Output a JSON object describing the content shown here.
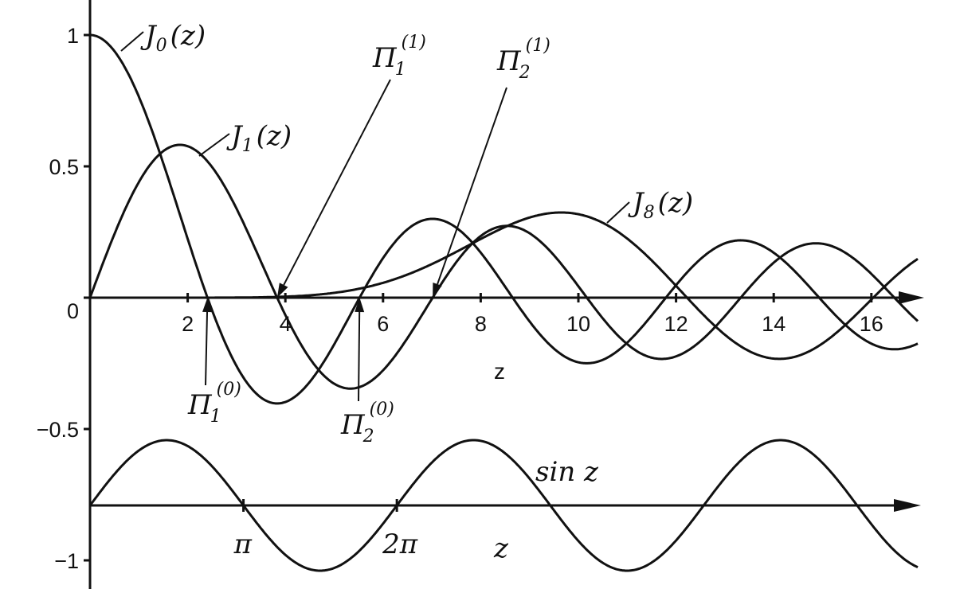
{
  "chart_data": [
    {
      "type": "line",
      "title": "",
      "xlabel": "z",
      "ylabel": "",
      "xlim": [
        0,
        17
      ],
      "ylim": [
        -1.05,
        1.1
      ],
      "x_ticks": [
        2,
        4,
        6,
        8,
        10,
        12,
        14,
        16
      ],
      "x_tick_labels": [
        "2",
        "4",
        "6",
        "8",
        "10",
        "12",
        "14",
        "16"
      ],
      "y_ticks": [
        1,
        0.5,
        0,
        -0.5,
        -1
      ],
      "y_tick_labels": [
        "1",
        "0.5",
        "0",
        "−0.5",
        "−1"
      ],
      "grid": false,
      "series": [
        {
          "name": "J₀(z)",
          "function": "besselJ",
          "order": 0
        },
        {
          "name": "J₁(z)",
          "function": "besselJ",
          "order": 1
        },
        {
          "name": "J₈(z)",
          "function": "besselJ",
          "order": 8
        }
      ],
      "annotations": [
        {
          "label": "Π₁⁽⁰⁾",
          "base": "Π",
          "sub": "1",
          "sup": "(0)",
          "points_to_x": 2.405,
          "points_to_y": 0
        },
        {
          "label": "Π₂⁽⁰⁾",
          "base": "Π",
          "sub": "2",
          "sup": "(0)",
          "points_to_x": 5.52,
          "points_to_y": 0
        },
        {
          "label": "Π₁⁽¹⁾",
          "base": "Π",
          "sub": "1",
          "sup": "(1)",
          "points_to_x": 3.832,
          "points_to_y": 0
        },
        {
          "label": "Π₂⁽¹⁾",
          "base": "Π",
          "sub": "2",
          "sup": "(1)",
          "points_to_x": 7.016,
          "points_to_y": 0
        }
      ]
    },
    {
      "type": "line",
      "xlabel": "z",
      "series": [
        {
          "name": "sin z",
          "function": "sin",
          "amplitude": 0.25,
          "baseline": -0.79
        }
      ],
      "x_marks": [
        {
          "label": "π",
          "x": 3.14159
        },
        {
          "label": "2π",
          "x": 6.28319
        }
      ]
    }
  ],
  "labels": {
    "J0": {
      "base": "J",
      "sub": "0",
      "arg": "(z)"
    },
    "J1": {
      "base": "J",
      "sub": "1",
      "arg": "(z)"
    },
    "J8": {
      "base": "J",
      "sub": "8",
      "arg": "(z)"
    },
    "sin": "sin z",
    "x_axis_title": "z",
    "lower_axis_title": "z",
    "pi": "π",
    "two_pi": "2π"
  }
}
